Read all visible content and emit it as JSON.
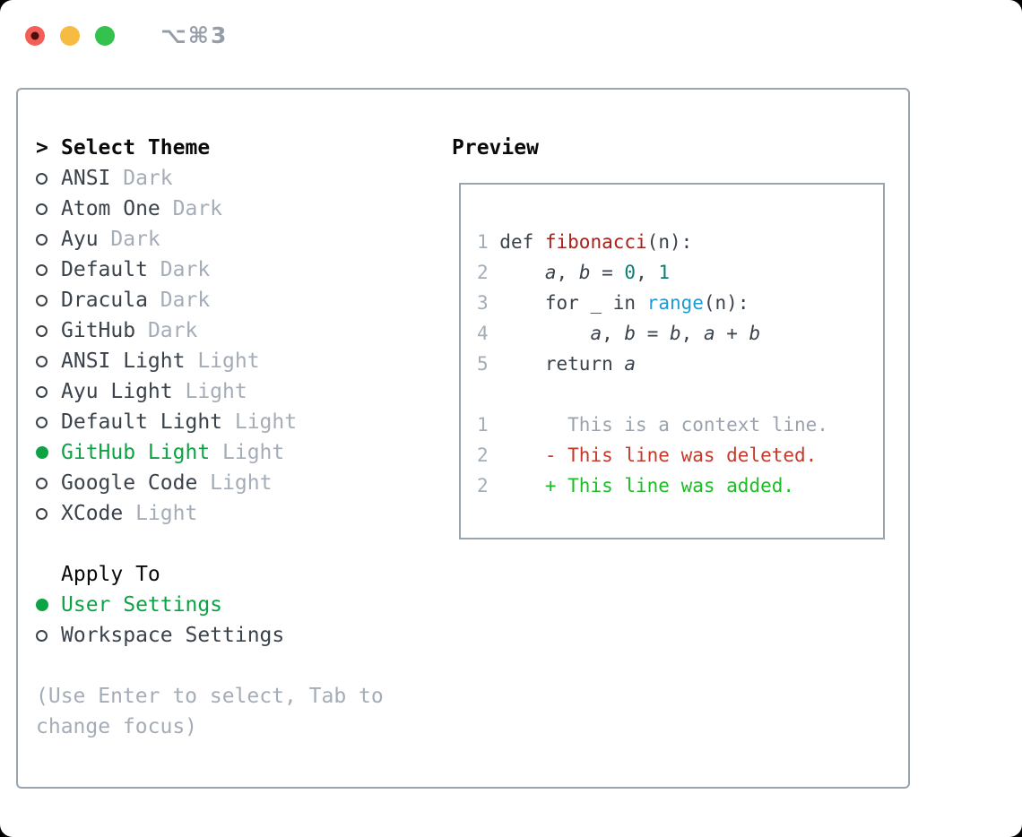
{
  "window": {
    "title": "⌥⌘3",
    "traffic_lights": [
      "close",
      "minimize",
      "zoom"
    ]
  },
  "theme_section": {
    "cursor": ">",
    "header": "Select Theme",
    "themes": [
      {
        "name": "ANSI",
        "variant": "Dark",
        "selected": false
      },
      {
        "name": "Atom One",
        "variant": "Dark",
        "selected": false
      },
      {
        "name": "Ayu",
        "variant": "Dark",
        "selected": false
      },
      {
        "name": "Default",
        "variant": "Dark",
        "selected": false
      },
      {
        "name": "Dracula",
        "variant": "Dark",
        "selected": false
      },
      {
        "name": "GitHub",
        "variant": "Dark",
        "selected": false
      },
      {
        "name": "ANSI Light",
        "variant": "Light",
        "selected": false
      },
      {
        "name": "Ayu Light",
        "variant": "Light",
        "selected": false
      },
      {
        "name": "Default Light",
        "variant": "Light",
        "selected": false
      },
      {
        "name": "GitHub Light",
        "variant": "Light",
        "selected": true
      },
      {
        "name": "Google Code",
        "variant": "Light",
        "selected": false
      },
      {
        "name": "XCode",
        "variant": "Light",
        "selected": false
      }
    ],
    "apply_to": {
      "header": "Apply To",
      "options": [
        {
          "label": "User Settings",
          "selected": true
        },
        {
          "label": "Workspace Settings",
          "selected": false
        }
      ]
    },
    "hint_line1": "(Use Enter to select, Tab to",
    "hint_line2": "change focus)"
  },
  "preview": {
    "header": "Preview",
    "lines": [
      {
        "kind": "code",
        "tokens": [
          [
            "1 ",
            "ln"
          ],
          [
            "def ",
            "c"
          ],
          [
            "fibonacci",
            "f"
          ],
          [
            "(n):",
            "c"
          ]
        ]
      },
      {
        "kind": "code",
        "tokens": [
          [
            "2 ",
            "ln"
          ],
          [
            "    ",
            "c"
          ],
          [
            "a",
            "v"
          ],
          [
            ", ",
            "c"
          ],
          [
            "b",
            "v"
          ],
          [
            " = ",
            "c"
          ],
          [
            "0",
            "n"
          ],
          [
            ", ",
            "c"
          ],
          [
            "1",
            "n"
          ]
        ]
      },
      {
        "kind": "code",
        "tokens": [
          [
            "3 ",
            "ln"
          ],
          [
            "    for _ in ",
            "c"
          ],
          [
            "range",
            "b"
          ],
          [
            "(n):",
            "c"
          ]
        ]
      },
      {
        "kind": "code",
        "tokens": [
          [
            "4 ",
            "ln"
          ],
          [
            "        ",
            "c"
          ],
          [
            "a",
            "v"
          ],
          [
            ", ",
            "c"
          ],
          [
            "b",
            "v"
          ],
          [
            " = ",
            "c"
          ],
          [
            "b",
            "v"
          ],
          [
            ", ",
            "c"
          ],
          [
            "a",
            "v"
          ],
          [
            " + ",
            "c"
          ],
          [
            "b",
            "v"
          ]
        ]
      },
      {
        "kind": "code",
        "tokens": [
          [
            "5 ",
            "ln"
          ],
          [
            "    return ",
            "c"
          ],
          [
            "a",
            "v"
          ]
        ]
      },
      {
        "kind": "blank",
        "tokens": []
      },
      {
        "kind": "diff-context",
        "tokens": [
          [
            "1",
            "ln"
          ],
          [
            "       This is a context line.",
            "ctx"
          ]
        ]
      },
      {
        "kind": "diff-deleted",
        "tokens": [
          [
            "2",
            "ln"
          ],
          [
            "     - This line was deleted.",
            "del"
          ]
        ]
      },
      {
        "kind": "diff-added",
        "tokens": [
          [
            "2",
            "ln"
          ],
          [
            "     + This line was added.",
            "add"
          ]
        ]
      }
    ]
  },
  "colors": {
    "border": "#9aa4ae",
    "text-dark": "#3a424b",
    "muted": "#a4adb7",
    "accent-green": "#0da345",
    "titlebar-text": "#959ea8",
    "light-red": "#f15f56",
    "light-yellow": "#f6bc41",
    "light-green": "#33c24e",
    "func-red": "#a82019",
    "num-teal": "#0b7e75",
    "builtin-blue": "#1f9ad2",
    "diff-red": "#c5392b",
    "diff-green": "#1ebc28",
    "diff-context": "#9aa3ad"
  }
}
